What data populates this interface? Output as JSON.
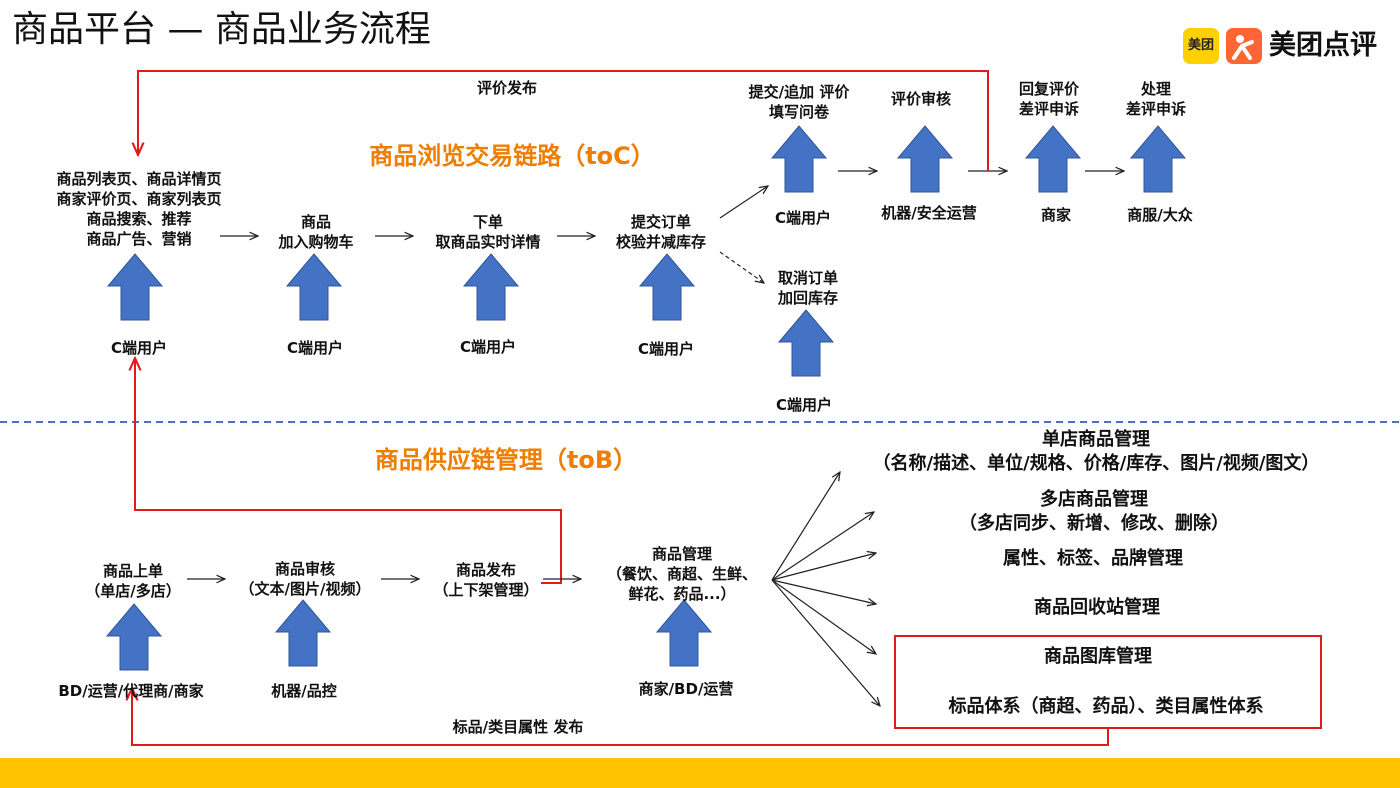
{
  "header": {
    "title": "商品平台 — 商品业务流程",
    "logo_badge": "美团",
    "logo_brand": "美团点评"
  },
  "sections": {
    "toc_title": "商品浏览交易链路（toC）",
    "tob_title": "商品供应链管理（toB）"
  },
  "toc": {
    "browse": [
      "商品列表页、商品详情页",
      "商家评价页、商家列表页",
      "商品搜索、推荐",
      "商品广告、营销"
    ],
    "cart": [
      "商品",
      "加入购物车"
    ],
    "order": [
      "下单",
      "取商品实时详情"
    ],
    "submit": [
      "提交订单",
      "校验并减库存"
    ],
    "cancel": [
      "取消订单",
      "加回库存"
    ],
    "review": [
      "提交/追加 评价",
      "填写问卷"
    ],
    "audit": [
      "评价审核"
    ],
    "reply": [
      "回复评价",
      "差评申诉"
    ],
    "handle": [
      "处理",
      "差评申诉"
    ],
    "actor_c": "C端用户",
    "actor_machine": "机器/安全运营",
    "actor_merchant": "商家",
    "actor_service": "商服/大众",
    "loop_label": "评价发布"
  },
  "tob": {
    "listing": [
      "商品上单",
      "（单店/多店）"
    ],
    "review": [
      "商品审核",
      "（文本/图片/视频）"
    ],
    "publish": [
      "商品发布",
      "（上下架管理）"
    ],
    "manage": [
      "商品管理",
      "（餐饮、商超、生鲜、",
      "鲜花、药品...）"
    ],
    "actor_bd": "BD/运营/代理商/商家",
    "actor_machine": "机器/品控",
    "actor_merchant": "商家/BD/运营",
    "single_store": [
      "单店商品管理",
      "（名称/描述、单位/规格、价格/库存、图片/视频/图文）"
    ],
    "multi_store": [
      "多店商品管理",
      "（多店同步、新增、修改、删除）"
    ],
    "attributes": "属性、标签、品牌管理",
    "recycle": "商品回收站管理",
    "library_title": "商品图库管理",
    "library_desc": "标品体系（商超、药品）、类目属性体系",
    "loop_label": "标品/类目属性 发布"
  },
  "colors": {
    "arrow_blue": "#4472c4",
    "red_line": "#e01b1b",
    "orange_title": "#ee7d00",
    "footer_bar": "#ffc300",
    "divider": "#4472c4"
  }
}
